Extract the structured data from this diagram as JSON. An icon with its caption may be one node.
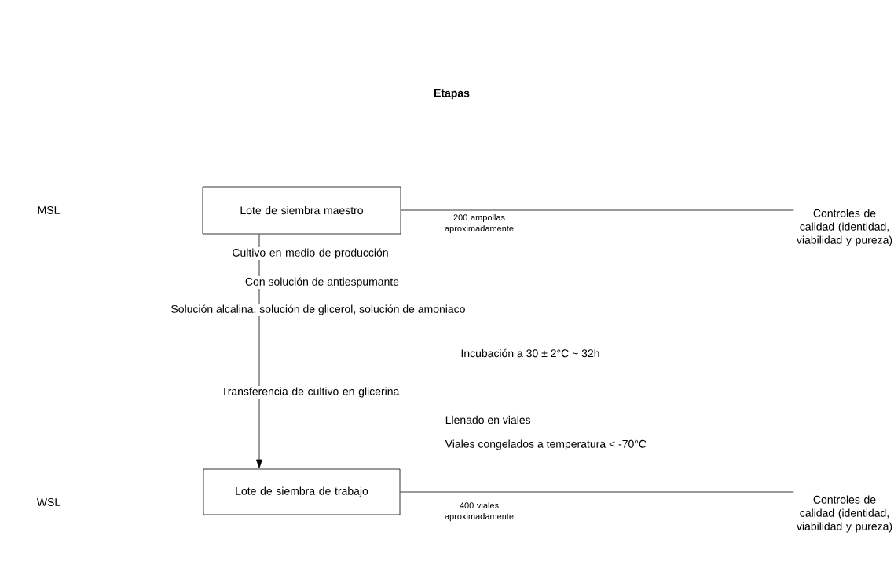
{
  "diagram": {
    "title": "Etapas",
    "nodes": [
      {
        "text": [
          "Lote de siembra maestro"
        ]
      },
      {
        "text": [
          "Lote de siembra de trabajo"
        ]
      },
      {
        "text": [
          "Controles de calidad (identidad, viabilidad y pureza)"
        ]
      },
      {
        "text": [
          "Controles de calidad (identidad, viabilidad y pureza)"
        ]
      }
    ],
    "edges": [
      {
        "from": 0,
        "to": 1,
        "arrow": "to"
      },
      {
        "from": 0,
        "to": 2,
        "arrow": "none",
        "label": "200 ampollas aproximadamente"
      },
      {
        "from": 1,
        "to": 3,
        "arrow": "none",
        "label": "400 viales aproximadamente"
      }
    ],
    "labels": [
      "MSL",
      "Cultivo en medio de producción",
      "Con solución de antiespumante",
      "Solución alcalina, solución de glicerol, solución de amoniaco",
      "Incubación a 30 ± 2°C ~ 32h",
      "Transferencia de cultivo en glicerina",
      "Llenado en viales",
      "Viales congelados a temperatura < -70°C",
      "WSL"
    ]
  }
}
